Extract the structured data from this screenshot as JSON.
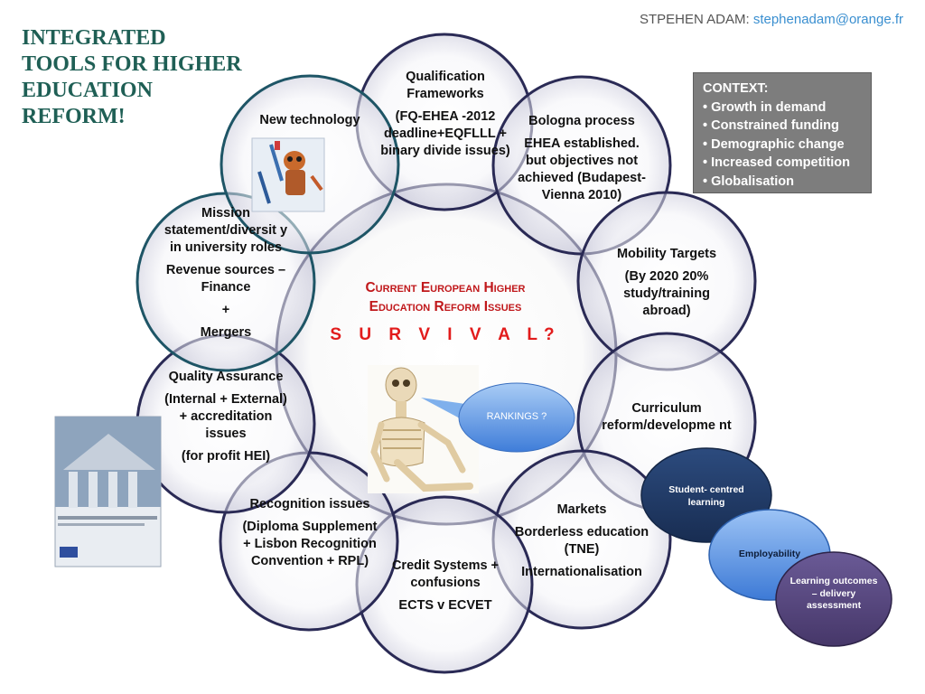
{
  "title": {
    "lines": [
      "INTEGRATED",
      "TOOLS FOR HIGHER",
      "EDUCATION",
      "REFORM!"
    ]
  },
  "author": {
    "name": "STPEHEN ADAM:",
    "email": "stephenadam@orange.fr"
  },
  "context": {
    "heading": "CONTEXT:",
    "items": [
      "Growth in demand",
      "Constrained funding",
      "Demographic change",
      "Increased competition",
      "Globalisation"
    ]
  },
  "center": {
    "title_line1": "Current European Higher",
    "title_line2": "Education Reform Issues",
    "survival": "S U  R V I V A L?"
  },
  "rankings": "RANKINGS ?",
  "circles": {
    "qualification": {
      "p1": "Qualification Frameworks",
      "p2": "(FQ-EHEA -2012 deadline+EQFLLL + binary divide issues)"
    },
    "bologna": {
      "p1": "Bologna process",
      "p2": "EHEA established. but objectives not achieved (Budapest-Vienna 2010)"
    },
    "mobility": {
      "p1": "Mobility Targets",
      "p2": "(By 2020 20% study/training abroad)"
    },
    "curriculum": {
      "p1": "Curriculum reform/developme nt"
    },
    "markets": {
      "p1": "Markets",
      "p2": "Borderless education (TNE)",
      "p3": "Internationalisation"
    },
    "credit": {
      "p1": "Credit Systems + confusions",
      "p2": "ECTS v ECVET"
    },
    "recognition": {
      "p1": "Recognition issues",
      "p2": "(Diploma Supplement + Lisbon Recognition Convention + RPL)"
    },
    "quality": {
      "p1": "Quality Assurance",
      "p2": "(Internal + External) + accreditation issues",
      "p3": "(for profit HEI)"
    },
    "mission": {
      "p1": "Mission statement/diversit y in university roles",
      "p2": "Revenue sources – Finance",
      "p3": "+",
      "p4": "Mergers"
    },
    "technology": {
      "p1": "New technology"
    }
  },
  "bubbles": {
    "student": "Student- centred learning",
    "employability": "Employability",
    "learning": "Learning outcomes – delivery assessment"
  },
  "colors": {
    "title": "#1f5f55",
    "survival": "#e21b1b",
    "context_box": "#7d7d7d",
    "circle_border": "#2a2a55",
    "bubble_dark_blue": "#1f3a68",
    "bubble_light_blue": "#5a93e0",
    "bubble_purple": "#56457e"
  }
}
